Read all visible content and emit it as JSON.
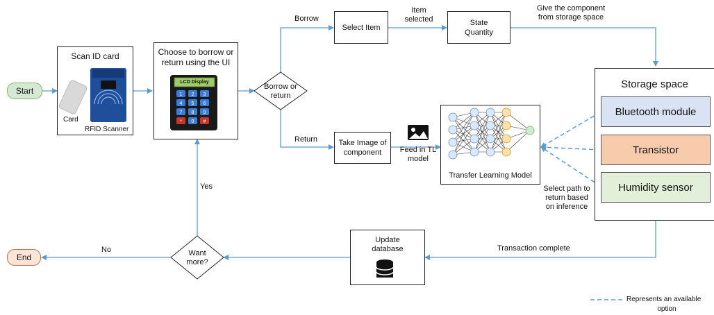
{
  "nodes": {
    "start": "Start",
    "end": "End",
    "scan_card": {
      "title": "Scan ID card",
      "card_label": "Card",
      "scanner_label": "RFID Scanner"
    },
    "choose": {
      "title_line1": "Choose to borrow or",
      "title_line2": "return using the UI",
      "lcd": "LCD Display",
      "keys": [
        "1",
        "2",
        "3",
        "4",
        "5",
        "6",
        "7",
        "8",
        "9",
        "*",
        "0",
        "#"
      ]
    },
    "borrow_return": {
      "line1": "Borrow or",
      "line2": "return"
    },
    "select_item": "Select Item",
    "state_quantity": {
      "line1": "State",
      "line2": "Quantity"
    },
    "take_image": {
      "line1": "Take Image of",
      "line2": "component"
    },
    "tl_model": "Transfer Learning Model",
    "storage": {
      "title": "Storage space",
      "items": [
        "Bluetooth module",
        "Transistor",
        "Humidity sensor"
      ]
    },
    "update_db": {
      "line1": "Update",
      "line2": "database"
    },
    "want_more": {
      "line1": "Want",
      "line2": "more?"
    }
  },
  "edges": {
    "borrow": "Borrow",
    "return": "Return",
    "item_selected": {
      "line1": "Item",
      "line2": "selected"
    },
    "give_component": {
      "line1": "Give the component",
      "line2": "from storage space"
    },
    "feed_tl": {
      "line1": "Feed in TL",
      "line2": "model"
    },
    "select_path": {
      "line1": "Select path to",
      "line2": "return based",
      "line3": "on inference"
    },
    "transaction_complete": "Transaction complete",
    "yes": "Yes",
    "no": "No"
  },
  "legend": {
    "line1": "Represents an available",
    "line2": "option"
  },
  "colors": {
    "arrow": "#5b9bd5",
    "start_fill": "#d5e8d4",
    "start_border": "#82b366",
    "end_fill": "#fbe5d6",
    "end_border": "#c0704d",
    "bluetooth": "#dae3f3",
    "transistor": "#f8cbad",
    "humidity": "#e2efd9",
    "nn_blue": "#dae8fc",
    "nn_orange": "#ffe0b3",
    "nn_green": "#c6efce"
  }
}
